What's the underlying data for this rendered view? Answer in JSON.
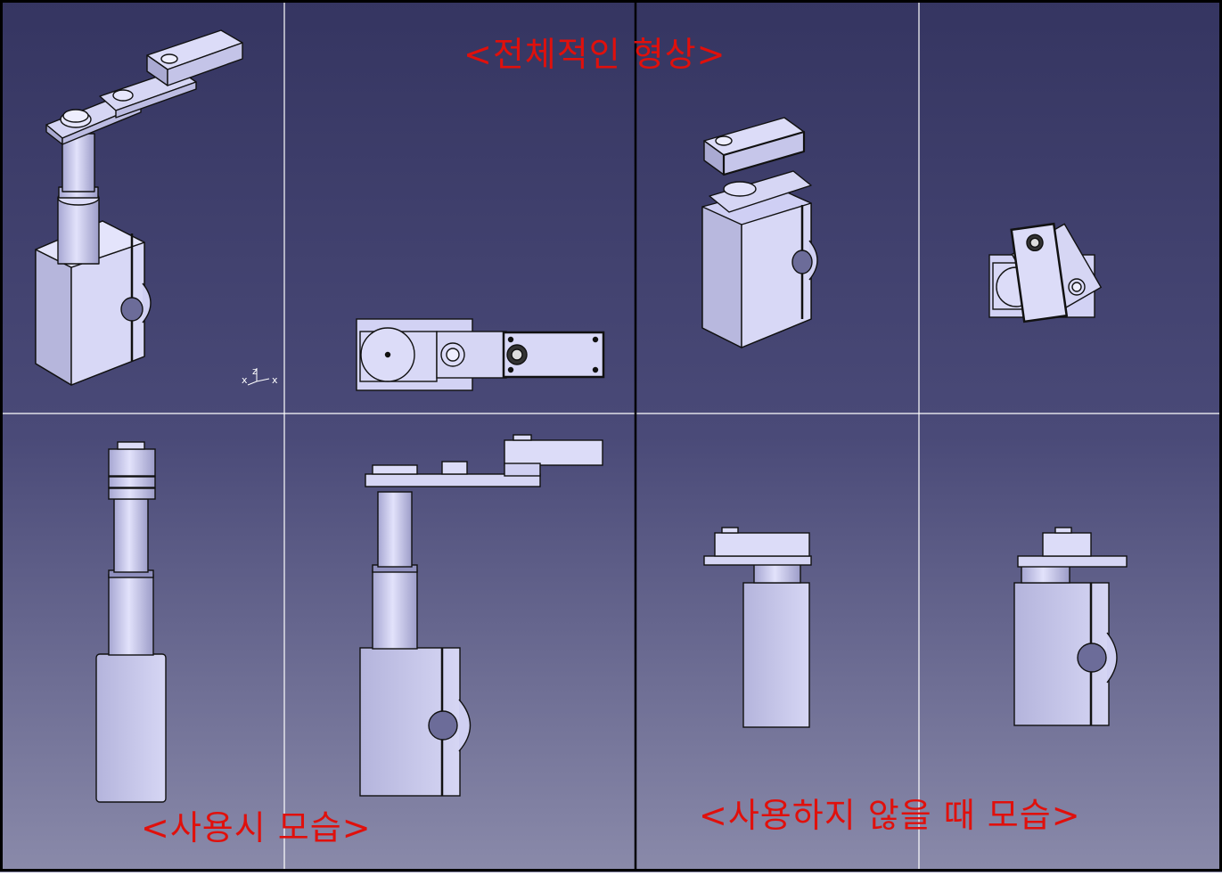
{
  "captions": {
    "overall": "<전체적인 형상>",
    "in_use": "<사용시 모습>",
    "not_in_use": "<사용하지 않을 때 모습>"
  },
  "axis_triad": {
    "x": "x",
    "z": "z",
    "y": "x"
  },
  "colors": {
    "background_top": "#353561",
    "background_bottom": "#8a8aaa",
    "part_fill": "#cfcff4",
    "part_shade": "#a9a9d4",
    "outline": "#111111",
    "grid_line": "#ffffff",
    "divider": "#000000",
    "caption": "#e0100c"
  }
}
